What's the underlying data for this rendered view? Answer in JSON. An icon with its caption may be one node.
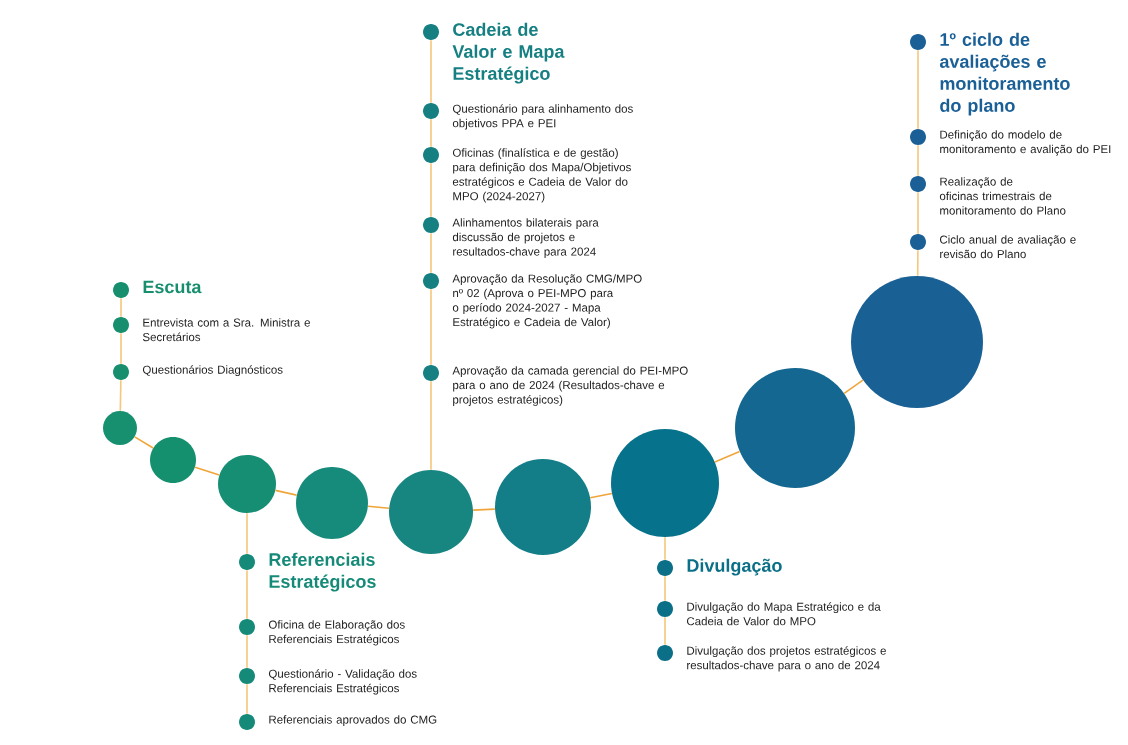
{
  "diagram": {
    "nodes": [
      {
        "text": [],
        "shape": "circle"
      },
      {
        "text": [],
        "shape": "circle"
      },
      {
        "text": [],
        "shape": "circle"
      },
      {
        "text": [],
        "shape": "circle"
      },
      {
        "text": [],
        "shape": "circle"
      },
      {
        "text": [],
        "shape": "circle"
      },
      {
        "text": [],
        "shape": "circle"
      },
      {
        "text": [],
        "shape": "circle"
      },
      {
        "text": [],
        "shape": "circle"
      },
      {
        "text": [
          "Escuta"
        ]
      },
      {
        "text": [
          "Entrevista com a Sra. Ministra e Secretários"
        ]
      },
      {
        "text": [
          "Questionários Diagnósticos"
        ]
      },
      {
        "text": [
          "Referenciais Estratégicos"
        ]
      },
      {
        "text": [
          "Oficina de Elaboração dos Referenciais Estratégicos"
        ]
      },
      {
        "text": [
          "Questionário - Validação dos Referenciais Estratégicos"
        ]
      },
      {
        "text": [
          "Referenciais aprovados do CMG"
        ]
      },
      {
        "text": [
          "Cadeia de Valor e Mapa Estratégico"
        ]
      },
      {
        "text": [
          "Questionário para alinhamento dos objetivos PPA e PEI"
        ]
      },
      {
        "text": [
          "Oficinas (finalística e de gestão) para definição dos Mapa/Objetivos estratégicos e Cadeia de Valor do MPO (2024-2027)"
        ]
      },
      {
        "text": [
          "Alinhamentos bilaterais para discussão de projetos e resultados-chave para 2024"
        ]
      },
      {
        "text": [
          "Aprovação da Resolução CMG/MPO nº 02 (Aprova o PEI-MPO para o período 2024-2027 - Mapa Estratégico e Cadeia de Valor)"
        ]
      },
      {
        "text": [
          "Aprovação da camada gerencial do PEI-MPO para o ano de 2024 (Resultados-chave e projetos estratégicos)"
        ]
      },
      {
        "text": [
          "Divulgação"
        ]
      },
      {
        "text": [
          "Divulgação do Mapa Estratégico e da Cadeia de Valor do MPO"
        ]
      },
      {
        "text": [
          "Divulgação dos projetos estratégicos e resultados-chave para o ano de 2024"
        ]
      },
      {
        "text": [
          "1º ciclo de avaliações e monitoramento do plano"
        ]
      },
      {
        "text": [
          "Definição do modelo de monitoramento e avalição do PEI"
        ]
      },
      {
        "text": [
          "Realização de oficinas trimestrais de monitoramento do Plano"
        ]
      },
      {
        "text": [
          "Ciclo anual de avaliação e revisão do Plano"
        ]
      }
    ],
    "edges": [
      {
        "from": 0,
        "to": 1,
        "arrow": "none",
        "color": "#f0a53a"
      },
      {
        "from": 1,
        "to": 2,
        "arrow": "none",
        "color": "#f0a53a"
      },
      {
        "from": 2,
        "to": 3,
        "arrow": "none",
        "color": "#f0a53a"
      },
      {
        "from": 3,
        "to": 4,
        "arrow": "none",
        "color": "#f0a53a"
      },
      {
        "from": 4,
        "to": 5,
        "arrow": "none",
        "color": "#f0a53a"
      },
      {
        "from": 5,
        "to": 6,
        "arrow": "none",
        "color": "#f0a53a"
      },
      {
        "from": 6,
        "to": 7,
        "arrow": "none",
        "color": "#f0a53a"
      },
      {
        "from": 7,
        "to": 8,
        "arrow": "none",
        "color": "#f0a53a"
      },
      {
        "from": 9,
        "to": 10,
        "arrow": "none"
      },
      {
        "from": 10,
        "to": 11,
        "arrow": "none"
      },
      {
        "from": 11,
        "to": 0,
        "arrow": "none"
      },
      {
        "from": 2,
        "to": 12,
        "arrow": "none"
      },
      {
        "from": 12,
        "to": 13,
        "arrow": "none"
      },
      {
        "from": 13,
        "to": 14,
        "arrow": "none"
      },
      {
        "from": 14,
        "to": 15,
        "arrow": "none"
      },
      {
        "from": 16,
        "to": 17,
        "arrow": "none"
      },
      {
        "from": 17,
        "to": 18,
        "arrow": "none"
      },
      {
        "from": 18,
        "to": 19,
        "arrow": "none"
      },
      {
        "from": 19,
        "to": 20,
        "arrow": "none"
      },
      {
        "from": 20,
        "to": 21,
        "arrow": "none"
      },
      {
        "from": 21,
        "to": 4,
        "arrow": "none"
      },
      {
        "from": 6,
        "to": 22,
        "arrow": "none"
      },
      {
        "from": 22,
        "to": 23,
        "arrow": "none"
      },
      {
        "from": 23,
        "to": 24,
        "arrow": "none"
      },
      {
        "from": 25,
        "to": 26,
        "arrow": "none"
      },
      {
        "from": 26,
        "to": 27,
        "arrow": "none"
      },
      {
        "from": 27,
        "to": 28,
        "arrow": "none"
      },
      {
        "from": 28,
        "to": 8,
        "arrow": "none"
      }
    ]
  }
}
